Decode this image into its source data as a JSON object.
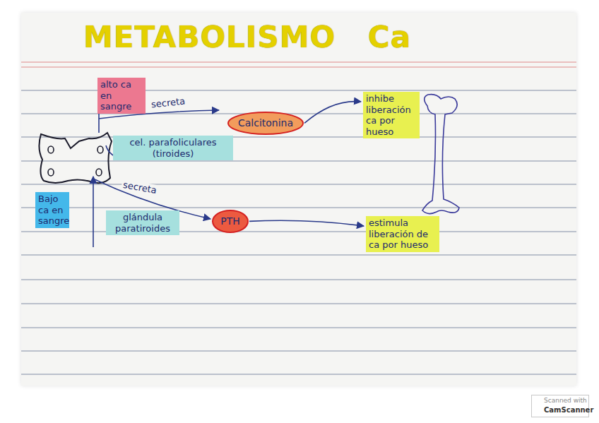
{
  "diagram": {
    "title": "METABOLISMO Ca",
    "nodes": [
      {
        "text": [
          "alto ca en sangre"
        ]
      },
      {
        "text": [
          "Calcitonina"
        ]
      },
      {
        "text": [
          "inhibe liberación ca por hueso"
        ]
      },
      {
        "text": [
          "cel. parafoliculares (tiroides)"
        ]
      },
      {
        "text": [
          "Bajo ca en sangre"
        ]
      },
      {
        "text": [
          "PTH"
        ]
      },
      {
        "text": [
          "glándula paratiroides"
        ]
      },
      {
        "text": [
          "estimula liberación de ca por hueso"
        ]
      }
    ],
    "edges": [
      {
        "from": 1,
        "to": 2,
        "arrow": "to"
      },
      {
        "from": 5,
        "to": 7,
        "arrow": "to"
      }
    ],
    "labels": [
      "secreta",
      "secreta",
      "Scanned with",
      "CamScanner"
    ]
  }
}
